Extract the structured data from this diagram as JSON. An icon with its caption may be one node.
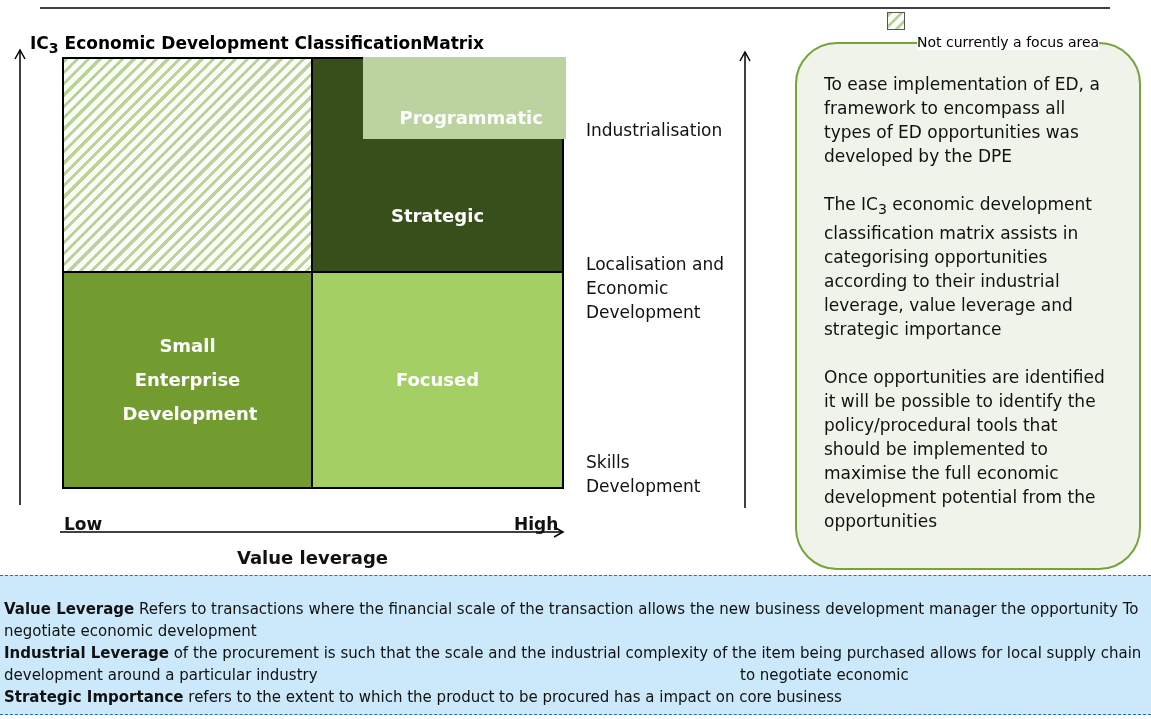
{
  "diagram": {
    "title": "IC$_{3}$ Economic Development ClassificationMatrix",
    "nodes": [
      {
        "text": [],
        "shape": "box"
      },
      {
        "text": [
          "Strategic"
        ]
      },
      {
        "text": [
          "Programmatic"
        ],
        "in": 1
      },
      {
        "text": [
          "Small Enterprise Development"
        ]
      },
      {
        "text": [
          "Focused"
        ]
      },
      {
        "text": [
          "To ease implementation of ED, a framework to encompass all types of ED opportunities was developed by the DPE",
          "The IC$_{3}$ economic development classification matrix assists in categorising opportunities according to their industrial leverage, value leverage and strategic importance",
          "Once opportunities are identified it will be possible to identify the policy/procedural tools that should be implemented to maximise the full economic development potential from the opportunities"
        ]
      },
      {
        "text": [
          "**Value Leverage** Refers to transactions where the financial scale of the transaction allows the new business development manager the opportunity To negotiate economic development",
          "**Industrial Leverage** of the procurement is such that the scale and the industrial complexity of the item being purchased allows for local supply chain development around a particular industry",
          "**Strategic Importance** refers to the extent to which the product to be procured has a impact on core business"
        ]
      }
    ],
    "edges": [],
    "labels": [
      "Industrialisation",
      "Localisation and Economic Development",
      "Skills Development",
      "Low",
      "High",
      "Value leverage",
      "to negotiate economic"
    ],
    "legend": [
      {
        "text": "Not currently a focus area"
      }
    ]
  }
}
